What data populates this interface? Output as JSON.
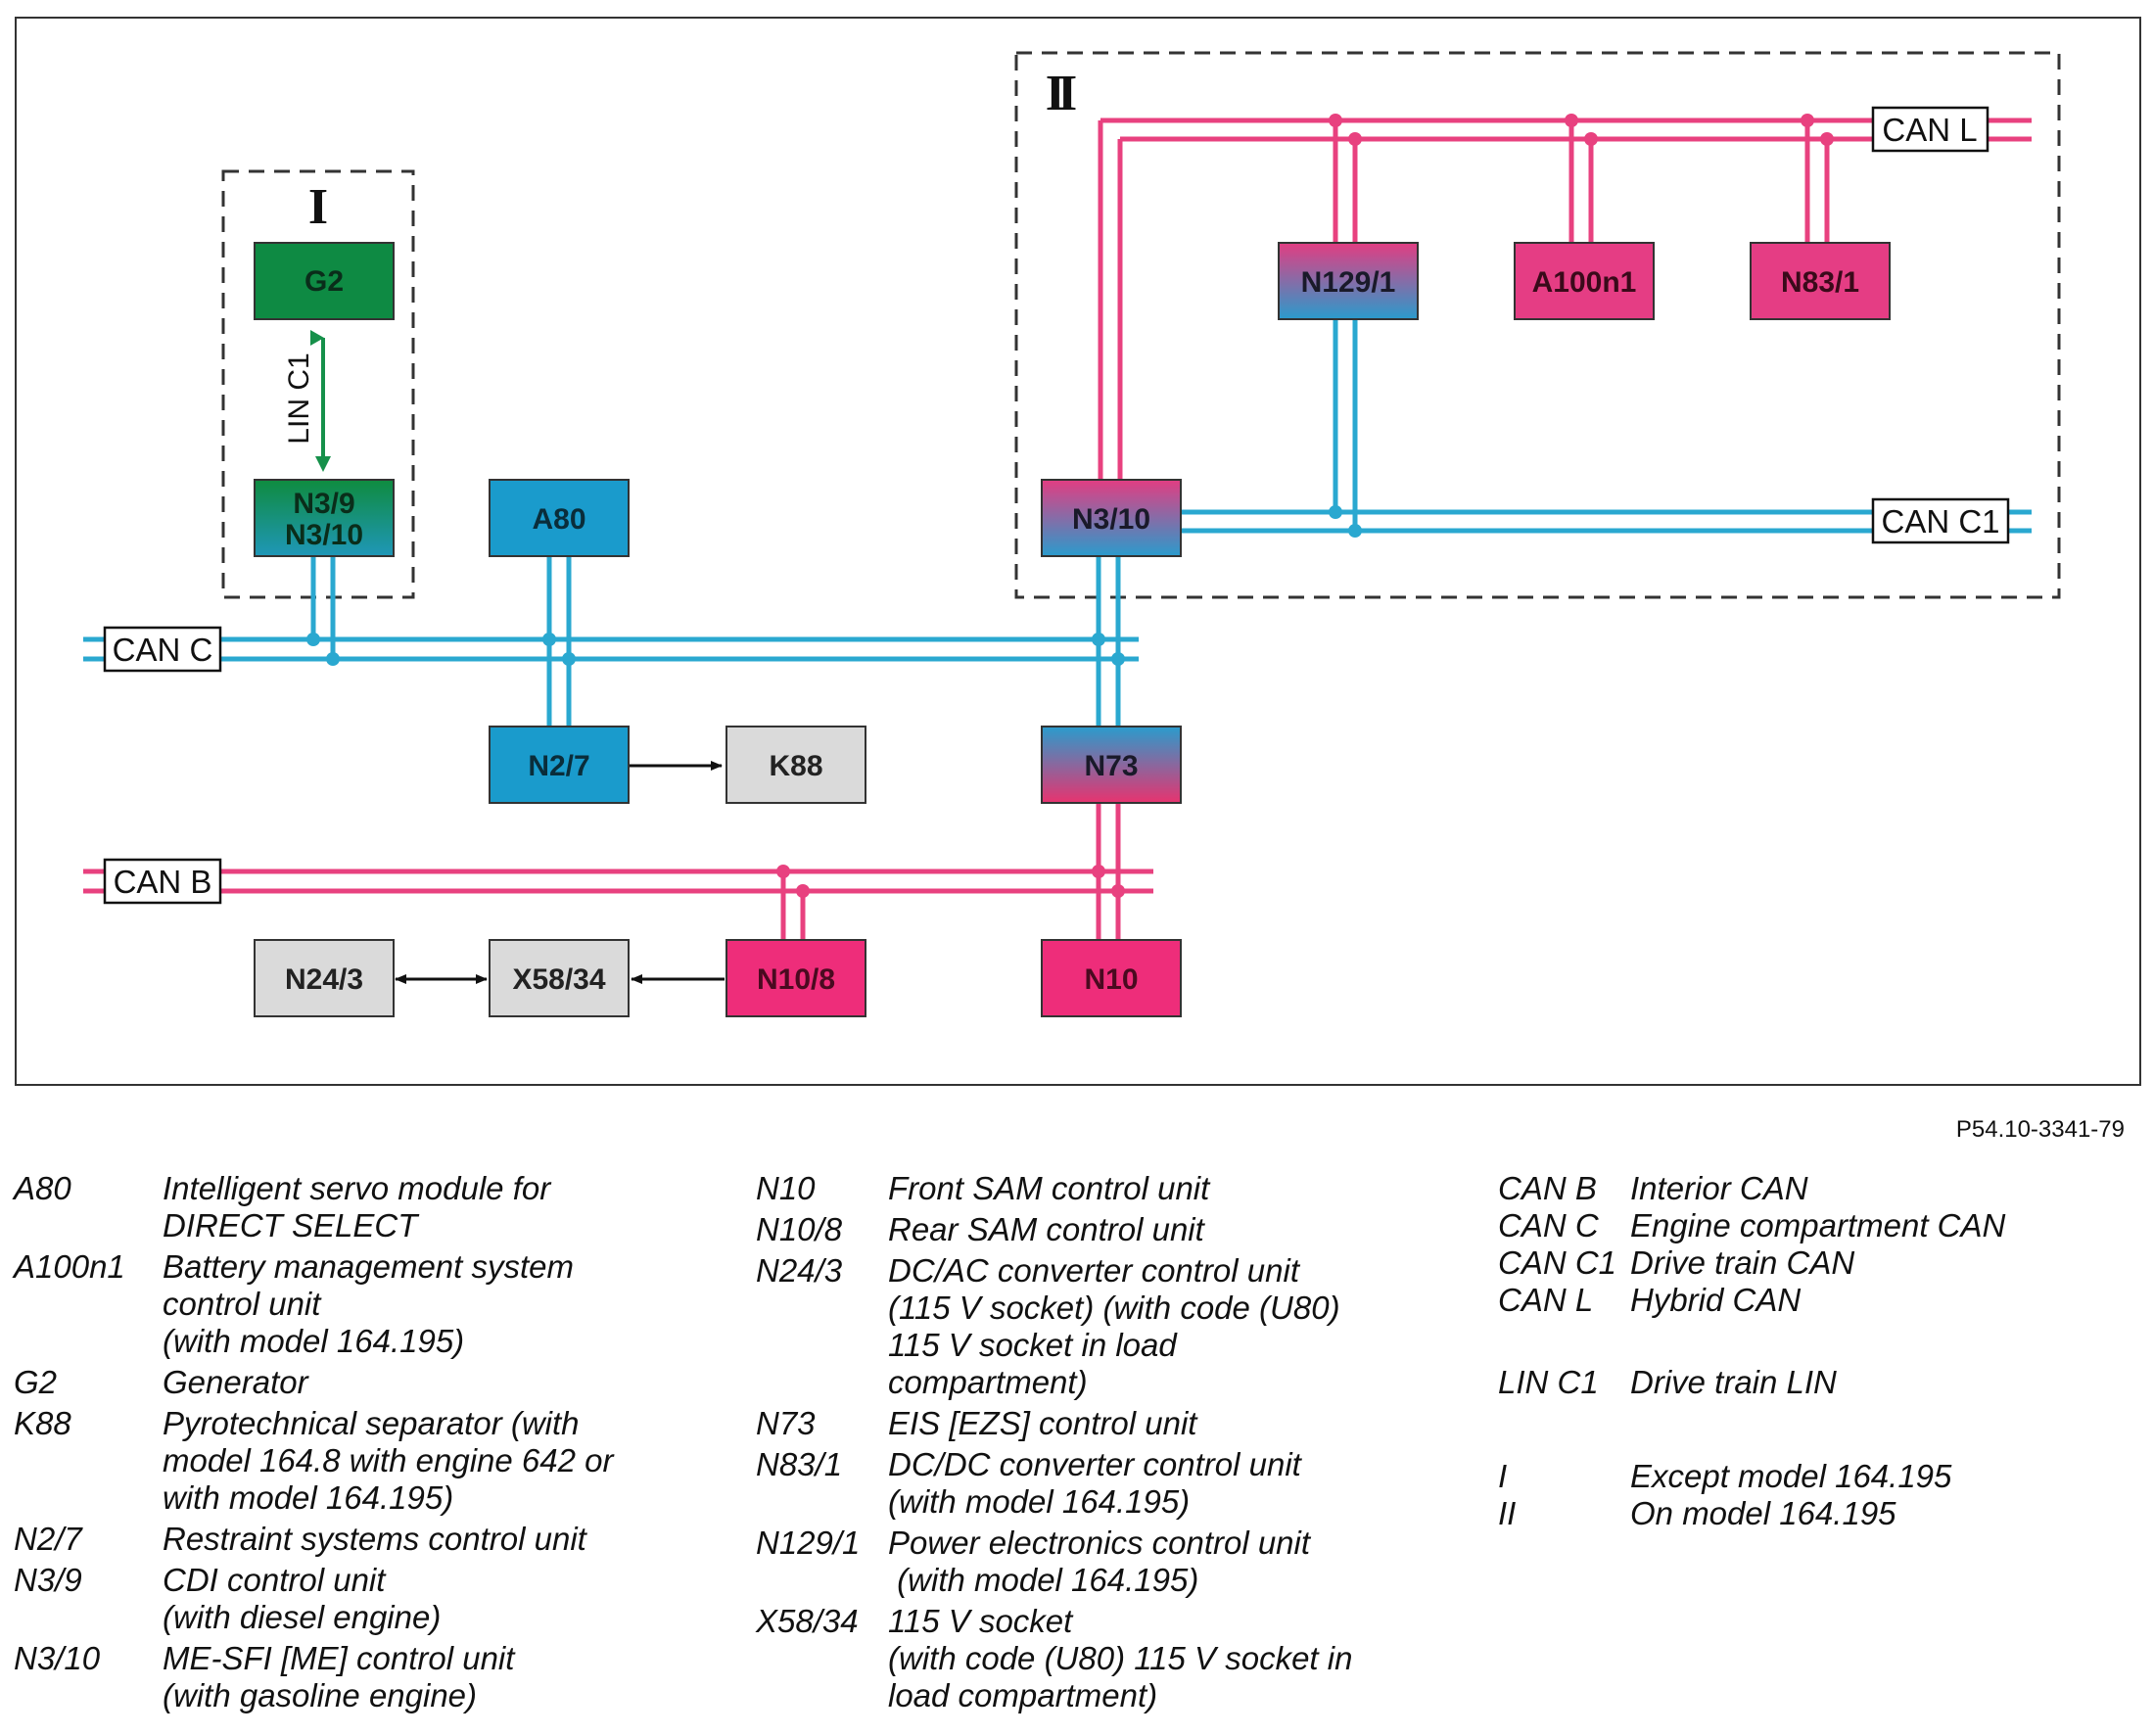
{
  "diagram": {
    "groups": [
      {
        "id": "I",
        "label": "I"
      },
      {
        "id": "II",
        "label": "II"
      }
    ],
    "nodes": [
      {
        "id": "G2",
        "label": "G2",
        "fill": "#0e8a43"
      },
      {
        "id": "N3_9_N3_10",
        "label_line1": "N3/9",
        "label_line2": "N3/10",
        "fill": "gradient-green-blue"
      },
      {
        "id": "A80",
        "label": "A80",
        "fill": "#1a9bcc"
      },
      {
        "id": "N2_7",
        "label": "N2/7",
        "fill": "#1a9bcc"
      },
      {
        "id": "K88",
        "label": "K88",
        "fill": "#dadada"
      },
      {
        "id": "N73",
        "label": "N73",
        "fill": "gradient-blue-pink"
      },
      {
        "id": "N24_3",
        "label": "N24/3",
        "fill": "#dadada"
      },
      {
        "id": "X58_34",
        "label": "X58/34",
        "fill": "#dadada"
      },
      {
        "id": "N10_8",
        "label": "N10/8",
        "fill": "#ee2d7a"
      },
      {
        "id": "N10",
        "label": "N10",
        "fill": "#ee2d7a"
      },
      {
        "id": "N3_10_II",
        "label": "N3/10",
        "fill": "gradient-pink-blue"
      },
      {
        "id": "N129_1",
        "label": "N129/1",
        "fill": "gradient-pink-blue"
      },
      {
        "id": "A100n1",
        "label": "A100n1",
        "fill": "#e53d84"
      },
      {
        "id": "N83_1",
        "label": "N83/1",
        "fill": "#e53d84"
      }
    ],
    "buses": [
      {
        "id": "CAN_C",
        "label": "CAN C",
        "color": "#2aa8d0"
      },
      {
        "id": "CAN_B",
        "label": "CAN B",
        "color": "#e8417f"
      },
      {
        "id": "CAN_L",
        "label": "CAN L",
        "color": "#e8417f"
      },
      {
        "id": "CAN_C1",
        "label": "CAN C1",
        "color": "#2aa8d0"
      }
    ],
    "lin": {
      "label": "LIN C1",
      "color": "#16904a"
    },
    "arrows": [
      {
        "from": "N2/7",
        "to": "K88"
      },
      {
        "from": "N10/8",
        "to": "X58/34"
      },
      {
        "from": "X58/34",
        "to": "N24/3",
        "bidirectional": true
      }
    ]
  },
  "figure_ref": "P54.10-3341-79",
  "legend": {
    "col1": [
      {
        "code": "A80",
        "lines": [
          "Intelligent servo module for",
          "DIRECT SELECT"
        ]
      },
      {
        "code": "A100n1",
        "lines": [
          "Battery management system",
          "control unit",
          "(with model 164.195)"
        ]
      },
      {
        "code": "G2",
        "lines": [
          "Generator"
        ]
      },
      {
        "code": "K88",
        "lines": [
          "Pyrotechnical separator (with",
          "model 164.8 with engine 642 or",
          "with model 164.195)"
        ]
      },
      {
        "code": "N2/7",
        "lines": [
          "Restraint systems control unit"
        ]
      },
      {
        "code": "N3/9",
        "lines": [
          "CDI control unit",
          "(with diesel engine)"
        ]
      },
      {
        "code": "N3/10",
        "lines": [
          "ME-SFI [ME] control unit",
          "(with gasoline engine)"
        ]
      }
    ],
    "col2": [
      {
        "code": "N10",
        "lines": [
          "Front SAM control unit"
        ]
      },
      {
        "code": "N10/8",
        "lines": [
          "Rear SAM control unit"
        ]
      },
      {
        "code": "N24/3",
        "lines": [
          "DC/AC converter control unit",
          "(115 V socket) (with code (U80)",
          "115 V socket in load",
          "compartment)"
        ]
      },
      {
        "code": "N73",
        "lines": [
          "EIS [EZS] control unit"
        ]
      },
      {
        "code": "N83/1",
        "lines": [
          "DC/DC converter control unit",
          "(with model 164.195)"
        ]
      },
      {
        "code": "N129/1",
        "lines": [
          "Power electronics control unit",
          " (with model 164.195)"
        ]
      },
      {
        "code": "X58/34",
        "lines": [
          "115 V socket",
          "(with code (U80) 115 V socket in",
          "load compartment)"
        ]
      }
    ],
    "col3": [
      {
        "code": "CAN B",
        "lines": [
          "Interior CAN"
        ]
      },
      {
        "code": "CAN C",
        "lines": [
          "Engine compartment CAN"
        ]
      },
      {
        "code": "CAN C1",
        "lines": [
          "Drive train CAN"
        ]
      },
      {
        "code": "CAN L",
        "lines": [
          "Hybrid CAN"
        ]
      },
      {
        "code": "",
        "lines": [
          ""
        ]
      },
      {
        "code": "LIN C1",
        "lines": [
          "Drive train LIN"
        ]
      },
      {
        "code": "",
        "lines": [
          ""
        ]
      },
      {
        "code": "I",
        "lines": [
          "Except model 164.195"
        ]
      },
      {
        "code": "II",
        "lines": [
          "On model 164.195"
        ]
      }
    ]
  }
}
